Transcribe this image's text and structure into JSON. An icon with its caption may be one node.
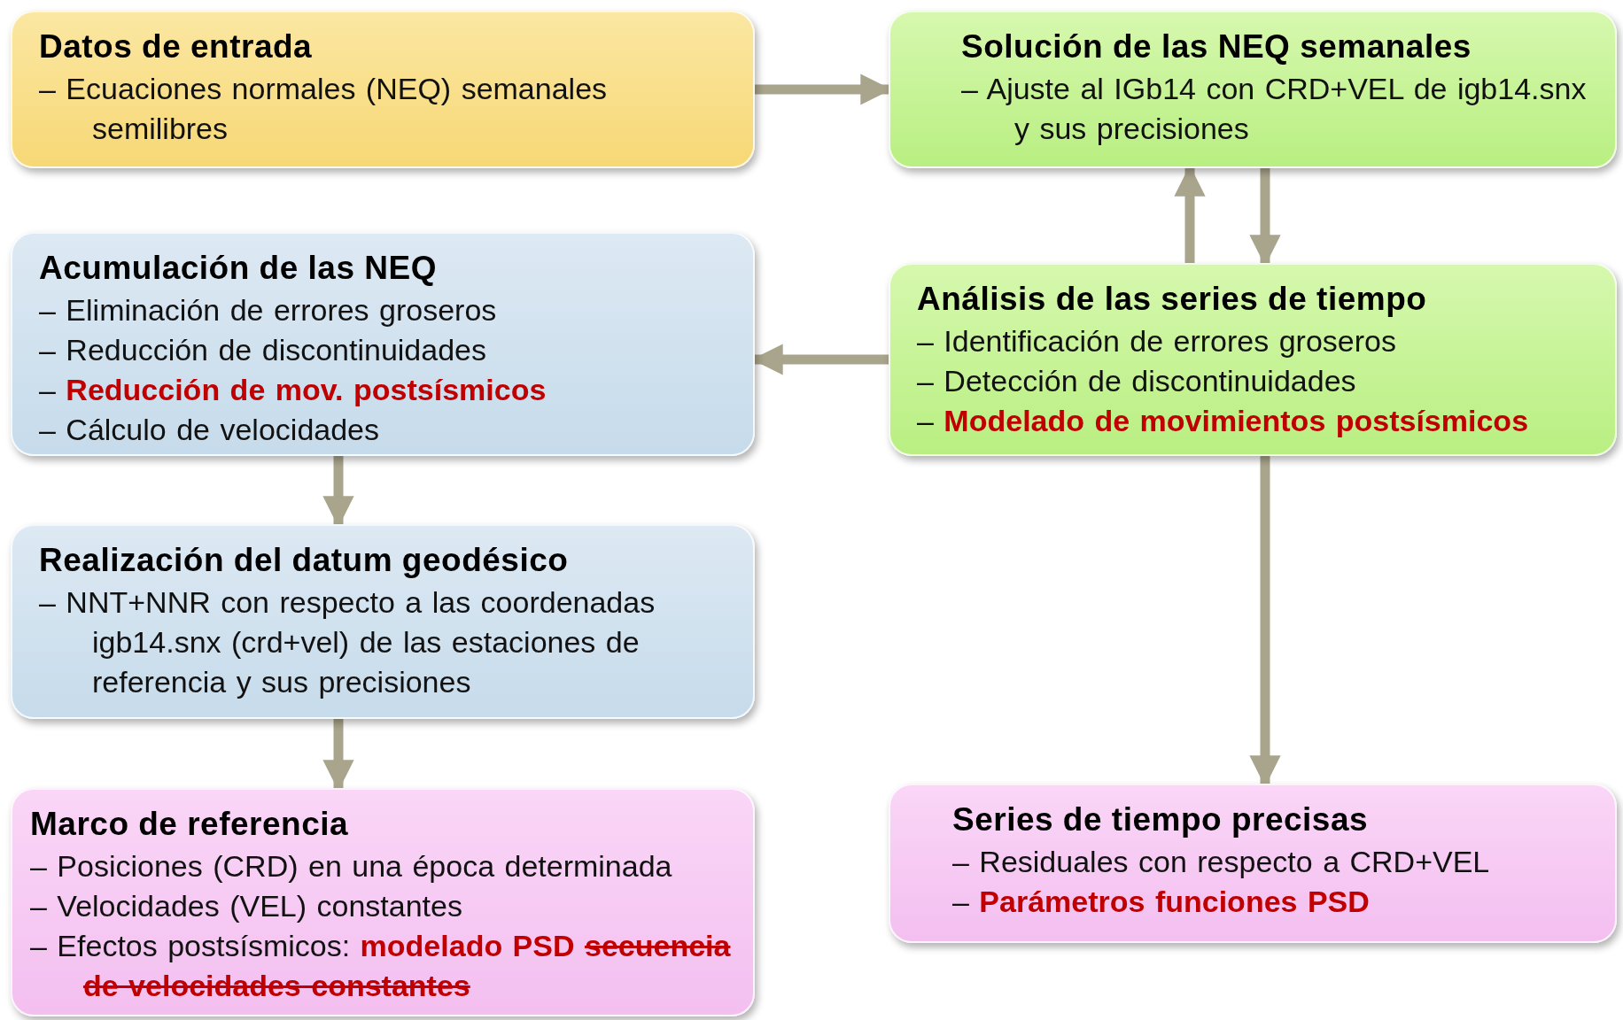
{
  "diagram": {
    "nodes": [
      {
        "text": [
          "Datos de entrada",
          "– Ecuaciones normales (NEQ) semanales semilibres"
        ]
      },
      {
        "text": [
          "Solución de las NEQ semanales",
          "– Ajuste al IGb14 con CRD+VEL de igb14.snx y sus precisiones"
        ]
      },
      {
        "text": [
          "Acumulación de las NEQ",
          "– Eliminación de errores groseros",
          "– Reducción de discontinuidades",
          "– **Reducción de mov. postsísmicos**",
          "– Cálculo de velocidades"
        ]
      },
      {
        "text": [
          "Análisis de las series de tiempo",
          "– Identificación de errores groseros",
          "– Detección de discontinuidades",
          "– **Modelado de movimientos postsísmicos**"
        ]
      },
      {
        "text": [
          "Realización del datum geodésico",
          "– NNT+NNR con respecto a las coordenadas igb14.snx (crd+vel) de las estaciones de referencia y sus precisiones"
        ]
      },
      {
        "text": [
          "Marco de referencia",
          "– Posiciones (CRD) en una época determinada",
          "– Velocidades (VEL) constantes",
          "– Efectos postsísmicos: **modelado PSD** *secuencia de velocidades constantes*"
        ]
      },
      {
        "text": [
          "Series de tiempo precisas",
          "– Residuales con respecto a CRD+VEL",
          "– **Parámetros funciones PSD**"
        ]
      }
    ],
    "edges": [
      {
        "from": 0,
        "to": 1,
        "arrow": "to"
      },
      {
        "from": 3,
        "to": 1,
        "arrow": "to"
      },
      {
        "from": 1,
        "to": 3,
        "arrow": "to"
      },
      {
        "from": 3,
        "to": 2,
        "arrow": "to"
      },
      {
        "from": 2,
        "to": 4,
        "arrow": "to"
      },
      {
        "from": 4,
        "to": 5,
        "arrow": "to"
      },
      {
        "from": 3,
        "to": 6,
        "arrow": "to"
      }
    ]
  }
}
